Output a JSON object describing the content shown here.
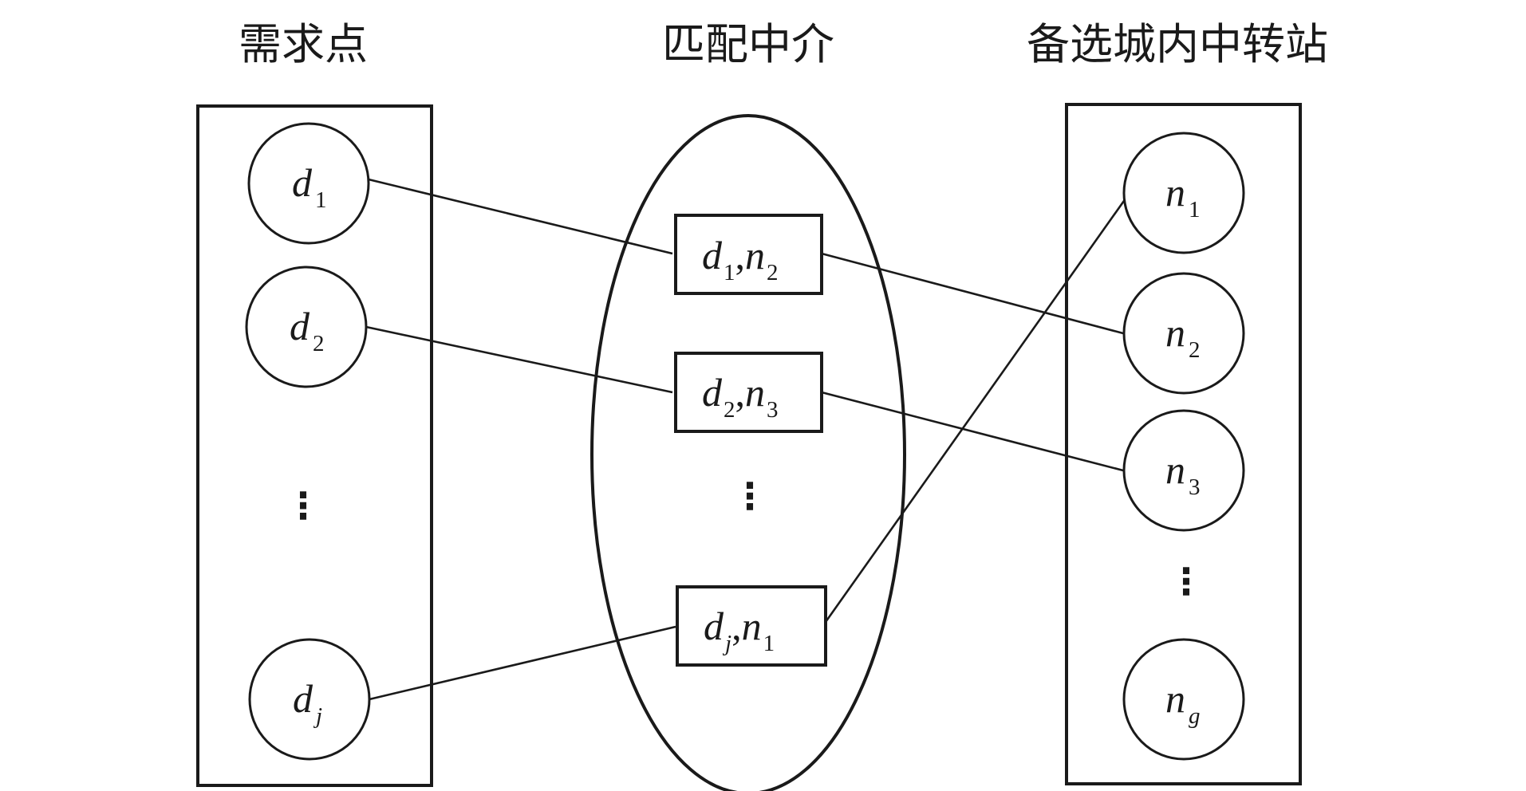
{
  "columns": {
    "demand": {
      "title": "需求点"
    },
    "matching": {
      "title": "匹配中介"
    },
    "candidates": {
      "title": "备选城内中转站"
    }
  },
  "demand_points": [
    {
      "sym": "d",
      "sub": "1"
    },
    {
      "sym": "d",
      "sub": "2"
    },
    {
      "sym": "d",
      "sub": "j"
    }
  ],
  "matches": [
    {
      "d_sym": "d",
      "d_sub": "1",
      "n_sym": "n",
      "n_sub": "2"
    },
    {
      "d_sym": "d",
      "d_sub": "2",
      "n_sym": "n",
      "n_sub": "3"
    },
    {
      "d_sym": "d",
      "d_sub": "j",
      "n_sym": "n",
      "n_sub": "1"
    }
  ],
  "stations": [
    {
      "sym": "n",
      "sub": "1"
    },
    {
      "sym": "n",
      "sub": "2"
    },
    {
      "sym": "n",
      "sub": "3"
    },
    {
      "sym": "n",
      "sub": "g"
    }
  ],
  "ellipsis": "⋮",
  "comma": ","
}
